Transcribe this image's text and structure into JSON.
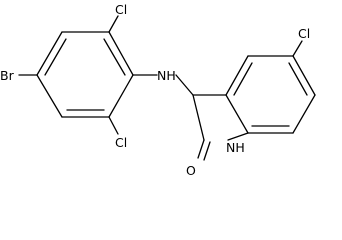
{
  "molecule": {
    "atoms": {
      "br": "Br",
      "cl_top": "Cl",
      "cl_bottom": "Cl",
      "nh_amine": "NH",
      "cl_indole": "Cl",
      "nh_ring": "NH",
      "o_carbonyl": "O"
    },
    "colors": {
      "ink": "#000000",
      "background": "#ffffff"
    }
  }
}
